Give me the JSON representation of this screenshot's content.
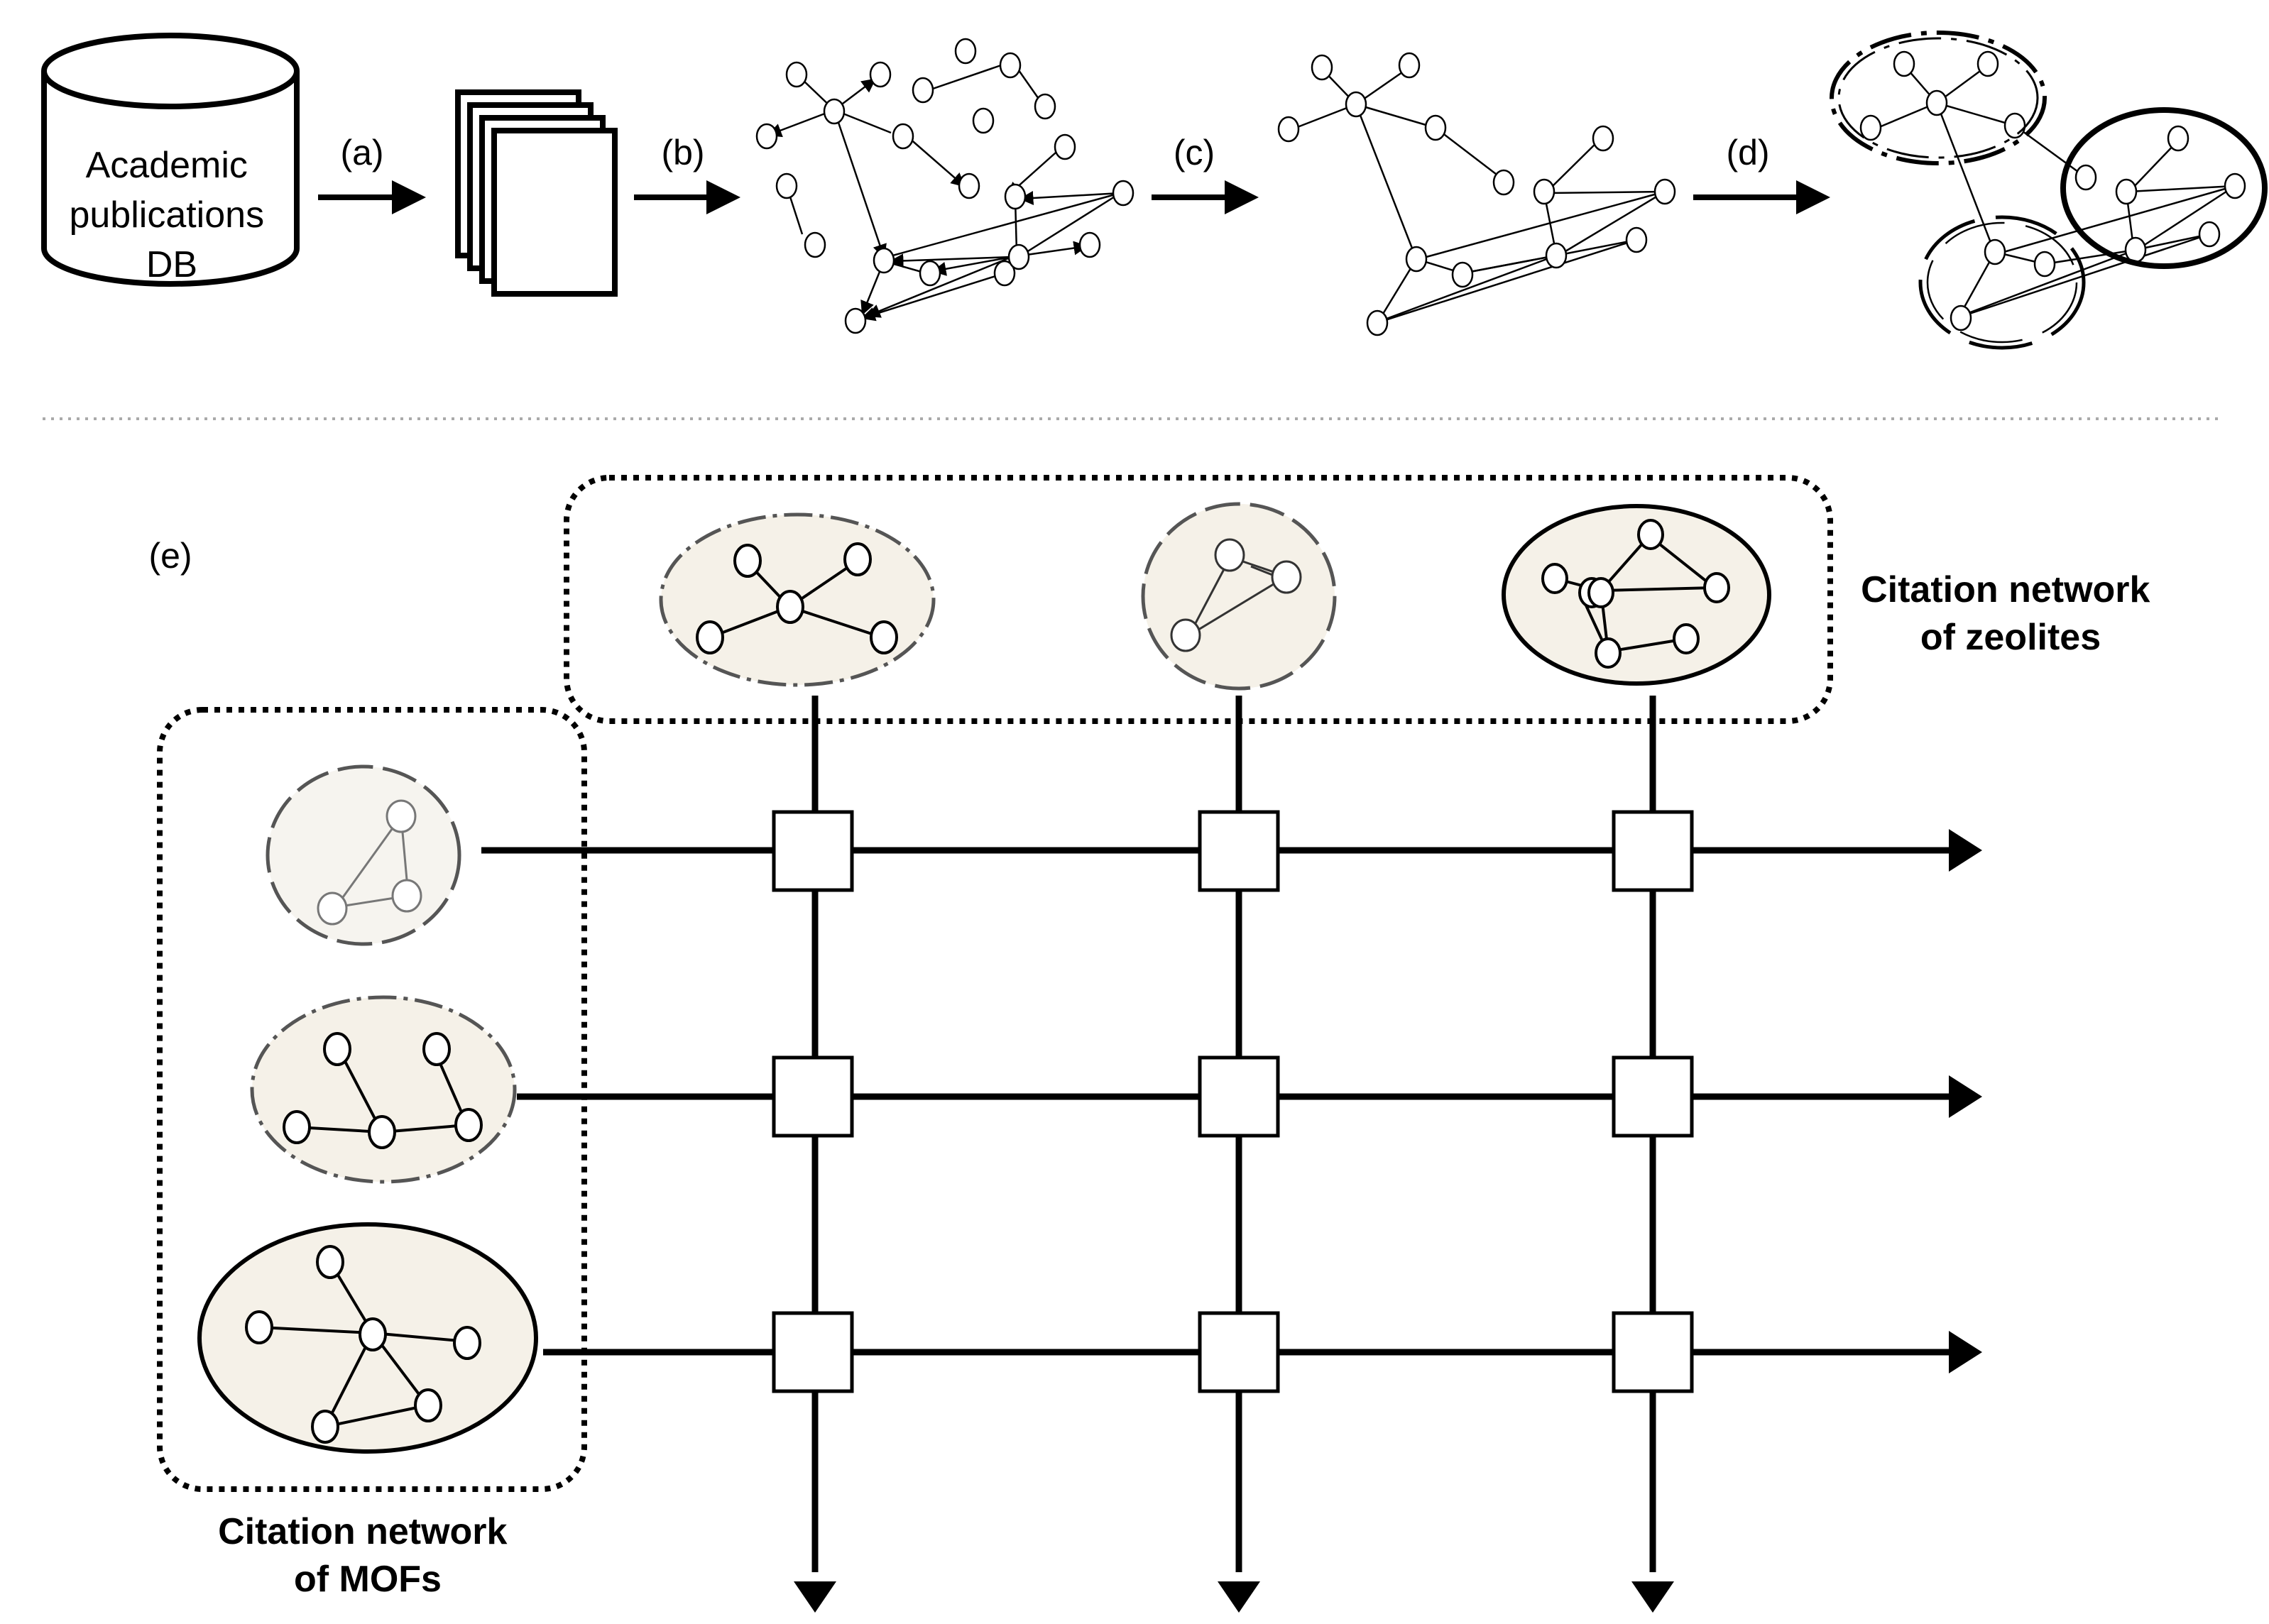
{
  "pipeline": {
    "database_label_lines": [
      "Academic",
      "publications",
      "DB"
    ],
    "step_labels": [
      "(a)",
      "(b)",
      "(c)",
      "(d)"
    ]
  },
  "panel_e": {
    "label": "(e)",
    "zeolite_label_lines": [
      "Citation network",
      "of zeolites"
    ],
    "mof_label_lines": [
      "Citation network",
      "of MOFs"
    ]
  },
  "colors": {
    "ink": "#000000",
    "cluster_fill": "#f5f1e8",
    "cluster_fill_light": "#f6f4ef",
    "dashed_gray": "#555555",
    "separator": "#aaaaaa"
  }
}
